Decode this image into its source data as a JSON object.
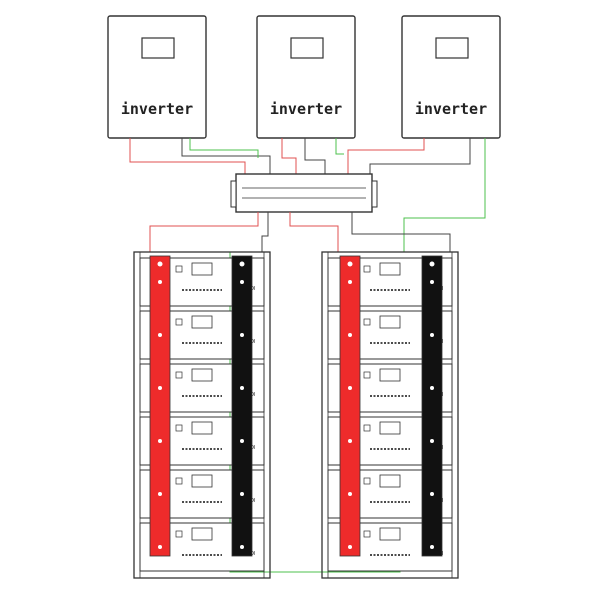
{
  "inverters": [
    {
      "label": "inverter"
    },
    {
      "label": "inverter"
    },
    {
      "label": "inverter"
    }
  ],
  "battery_racks": [
    {
      "modules": 6,
      "module_label": "OI"
    },
    {
      "modules": 6,
      "module_label": "OI"
    }
  ],
  "colors": {
    "positive_busbar": "#ee2b2b",
    "negative_busbar": "#111111",
    "positive_wire": "#e05050",
    "communication_wire": "#4cc24c",
    "negative_wire": "#444444",
    "outline": "#333333"
  },
  "icons": [
    "inverter-display-icon",
    "combiner-box-icon",
    "battery-module-icon",
    "busbar-terminal-icon"
  ]
}
